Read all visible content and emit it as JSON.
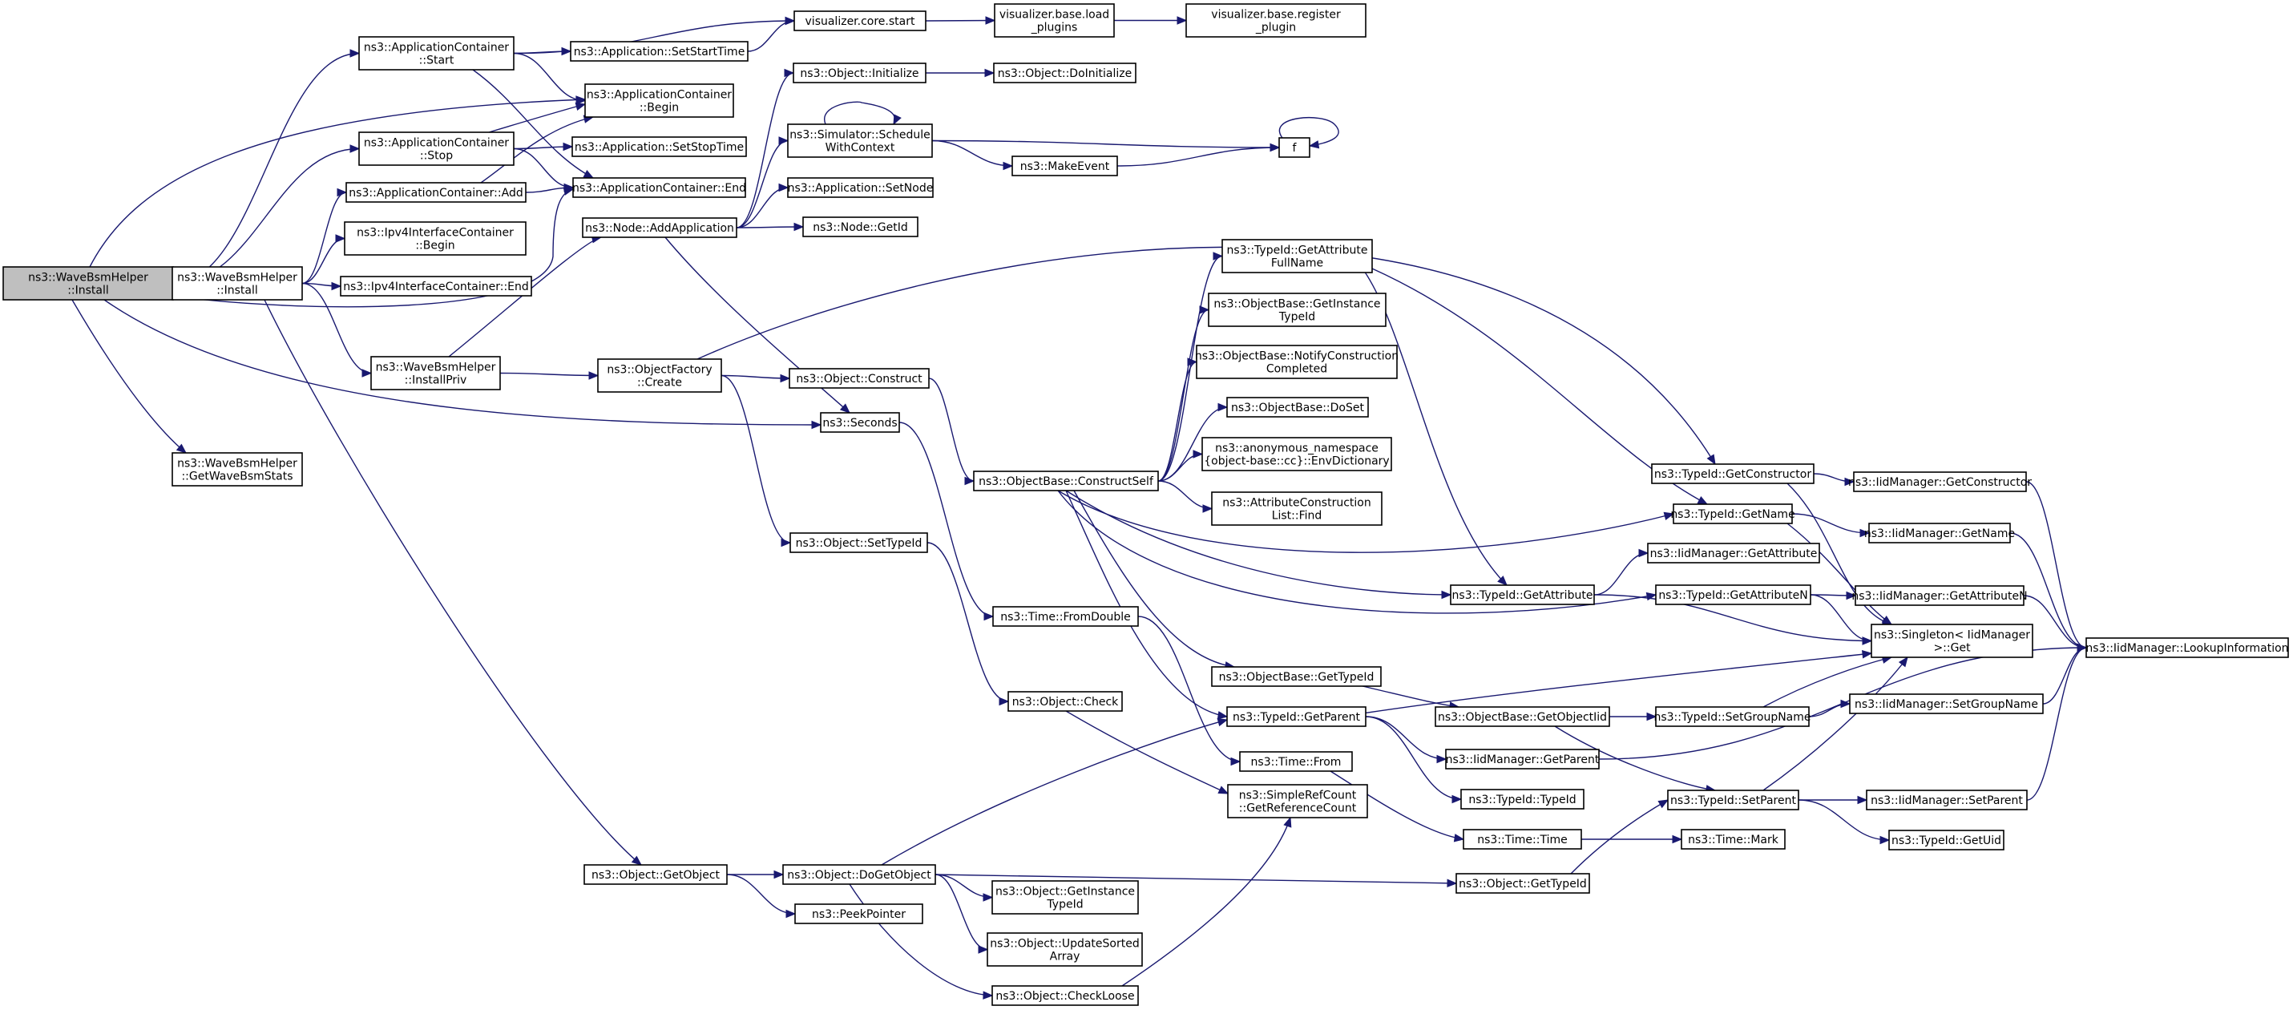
{
  "diagram": {
    "type": "call-graph",
    "colors": {
      "edge": "#191970",
      "node_border": "#000000",
      "root_fill": "#bfbfbf",
      "node_fill": "#ffffff"
    },
    "nodes": [
      {
        "id": "n0",
        "lines": [
          "ns3::WaveBsmHelper",
          "::Install"
        ]
      },
      {
        "id": "n1",
        "lines": [
          "ns3::ApplicationContainer",
          "::Start"
        ]
      },
      {
        "id": "n2",
        "lines": [
          "ns3::ApplicationContainer",
          "::Begin"
        ]
      },
      {
        "id": "n3",
        "lines": [
          "ns3::ApplicationContainer",
          "::Stop"
        ]
      },
      {
        "id": "n4",
        "lines": [
          "ns3::ApplicationContainer::End"
        ]
      },
      {
        "id": "n5",
        "lines": [
          "ns3::WaveBsmHelper",
          "::Install"
        ]
      },
      {
        "id": "n6",
        "lines": [
          "ns3::WaveBsmHelper",
          "::GetWaveBsmStats"
        ]
      },
      {
        "id": "n7",
        "lines": [
          "ns3::Seconds"
        ]
      },
      {
        "id": "n8",
        "lines": [
          "visualizer.core.start"
        ]
      },
      {
        "id": "n9",
        "lines": [
          "ns3::Application::SetStartTime"
        ]
      },
      {
        "id": "n10",
        "lines": [
          "ns3::Application::SetStopTime"
        ]
      },
      {
        "id": "n11",
        "lines": [
          "ns3::ApplicationContainer::Add"
        ]
      },
      {
        "id": "n12",
        "lines": [
          "ns3::Ipv4InterfaceContainer",
          "::Begin"
        ]
      },
      {
        "id": "n13",
        "lines": [
          "ns3::Ipv4InterfaceContainer::End"
        ]
      },
      {
        "id": "n14",
        "lines": [
          "ns3::WaveBsmHelper",
          "::InstallPriv"
        ]
      },
      {
        "id": "n15",
        "lines": [
          "ns3::Object::GetObject"
        ]
      },
      {
        "id": "n16",
        "lines": [
          "visualizer.base.load",
          "_plugins"
        ]
      },
      {
        "id": "n17",
        "lines": [
          "visualizer.base.register",
          "_plugin"
        ]
      },
      {
        "id": "n18",
        "lines": [
          "ns3::Node::AddApplication"
        ]
      },
      {
        "id": "n19",
        "lines": [
          "ns3::ObjectFactory",
          "::Create"
        ]
      },
      {
        "id": "n20",
        "lines": [
          "ns3::Object::Initialize"
        ]
      },
      {
        "id": "n21",
        "lines": [
          "ns3::Simulator::Schedule",
          "WithContext"
        ]
      },
      {
        "id": "n22",
        "lines": [
          "ns3::Application::SetNode"
        ]
      },
      {
        "id": "n23",
        "lines": [
          "ns3::Node::GetId"
        ]
      },
      {
        "id": "n24",
        "lines": [
          "ns3::Object::DoInitialize"
        ]
      },
      {
        "id": "n25",
        "lines": [
          "f"
        ]
      },
      {
        "id": "n26",
        "lines": [
          "ns3::MakeEvent"
        ]
      },
      {
        "id": "n27",
        "lines": [
          "ns3::TypeId::GetConstructor"
        ]
      },
      {
        "id": "n28",
        "lines": [
          "ns3::Object::Construct"
        ]
      },
      {
        "id": "n29",
        "lines": [
          "ns3::Object::SetTypeId"
        ]
      },
      {
        "id": "n30",
        "lines": [
          "ns3::ObjectBase::ConstructSelf"
        ]
      },
      {
        "id": "n31",
        "lines": [
          "ns3::TypeId::GetAttribute",
          "FullName"
        ]
      },
      {
        "id": "n32",
        "lines": [
          "ns3::ObjectBase::GetInstance",
          "TypeId"
        ]
      },
      {
        "id": "n33",
        "lines": [
          "ns3::ObjectBase::NotifyConstruction",
          "Completed"
        ]
      },
      {
        "id": "n34",
        "lines": [
          "ns3::ObjectBase::DoSet"
        ]
      },
      {
        "id": "n35",
        "lines": [
          "ns3::anonymous_namespace",
          "{object-base::cc}::EnvDictionary"
        ]
      },
      {
        "id": "n36",
        "lines": [
          "ns3::AttributeConstruction",
          "List::Find"
        ]
      },
      {
        "id": "n37",
        "lines": [
          "ns3::TypeId::GetName"
        ]
      },
      {
        "id": "n38",
        "lines": [
          "ns3::TypeId::GetAttribute"
        ]
      },
      {
        "id": "n39",
        "lines": [
          "ns3::TypeId::GetAttributeN"
        ]
      },
      {
        "id": "n40",
        "lines": [
          "ns3::ObjectBase::GetTypeId"
        ]
      },
      {
        "id": "n41",
        "lines": [
          "ns3::TypeId::GetParent"
        ]
      },
      {
        "id": "n42",
        "lines": [
          "ns3::IidManager::GetConstructor"
        ]
      },
      {
        "id": "n43",
        "lines": [
          "ns3::Singleton< IidManager",
          ">::Get"
        ]
      },
      {
        "id": "n44",
        "lines": [
          "ns3::IidManager::LookupInformation"
        ]
      },
      {
        "id": "n45",
        "lines": [
          "ns3::IidManager::GetName"
        ]
      },
      {
        "id": "n46",
        "lines": [
          "ns3::IidManager::GetAttribute"
        ]
      },
      {
        "id": "n47",
        "lines": [
          "ns3::IidManager::GetAttributeN"
        ]
      },
      {
        "id": "n48",
        "lines": [
          "ns3::ObjectBase::GetObjectIid"
        ]
      },
      {
        "id": "n49",
        "lines": [
          "ns3::IidManager::GetParent"
        ]
      },
      {
        "id": "n50",
        "lines": [
          "ns3::TypeId::TypeId"
        ]
      },
      {
        "id": "n51",
        "lines": [
          "ns3::TypeId::SetGroupName"
        ]
      },
      {
        "id": "n52",
        "lines": [
          "ns3::TypeId::SetParent"
        ]
      },
      {
        "id": "n53",
        "lines": [
          "ns3::IidManager::SetGroupName"
        ]
      },
      {
        "id": "n54",
        "lines": [
          "ns3::IidManager::SetParent"
        ]
      },
      {
        "id": "n55",
        "lines": [
          "ns3::TypeId::GetUid"
        ]
      },
      {
        "id": "n56",
        "lines": [
          "ns3::Time::FromDouble"
        ]
      },
      {
        "id": "n57",
        "lines": [
          "ns3::Time::From"
        ]
      },
      {
        "id": "n58",
        "lines": [
          "ns3::Time::Time"
        ]
      },
      {
        "id": "n59",
        "lines": [
          "ns3::Time::Mark"
        ]
      },
      {
        "id": "n60",
        "lines": [
          "ns3::Object::Check"
        ]
      },
      {
        "id": "n61",
        "lines": [
          "ns3::SimpleRefCount",
          "::GetReferenceCount"
        ]
      },
      {
        "id": "n62",
        "lines": [
          "ns3::Object::DoGetObject"
        ]
      },
      {
        "id": "n63",
        "lines": [
          "ns3::PeekPointer"
        ]
      },
      {
        "id": "n64",
        "lines": [
          "ns3::Object::GetTypeId"
        ]
      },
      {
        "id": "n65",
        "lines": [
          "ns3::Object::GetInstance",
          "TypeId"
        ]
      },
      {
        "id": "n66",
        "lines": [
          "ns3::Object::UpdateSorted",
          "Array"
        ]
      },
      {
        "id": "n67",
        "lines": [
          "ns3::Object::CheckLoose"
        ]
      }
    ],
    "edges": [
      [
        "n0",
        "n1"
      ],
      [
        "n0",
        "n2"
      ],
      [
        "n0",
        "n3"
      ],
      [
        "n0",
        "n4"
      ],
      [
        "n0",
        "n5"
      ],
      [
        "n0",
        "n6"
      ],
      [
        "n0",
        "n7"
      ],
      [
        "n1",
        "n8"
      ],
      [
        "n1",
        "n9"
      ],
      [
        "n1",
        "n2"
      ],
      [
        "n1",
        "n4"
      ],
      [
        "n3",
        "n10"
      ],
      [
        "n3",
        "n2"
      ],
      [
        "n3",
        "n4"
      ],
      [
        "n5",
        "n11"
      ],
      [
        "n5",
        "n12"
      ],
      [
        "n5",
        "n13"
      ],
      [
        "n5",
        "n14"
      ],
      [
        "n5",
        "n15"
      ],
      [
        "n8",
        "n16"
      ],
      [
        "n16",
        "n17"
      ],
      [
        "n9",
        "n8"
      ],
      [
        "n11",
        "n4"
      ],
      [
        "n11",
        "n2"
      ],
      [
        "n14",
        "n18"
      ],
      [
        "n14",
        "n19"
      ],
      [
        "n18",
        "n20"
      ],
      [
        "n18",
        "n21"
      ],
      [
        "n18",
        "n22"
      ],
      [
        "n18",
        "n23"
      ],
      [
        "n18",
        "n7"
      ],
      [
        "n20",
        "n24"
      ],
      [
        "n21",
        "n21"
      ],
      [
        "n21",
        "n25"
      ],
      [
        "n21",
        "n26"
      ],
      [
        "n26",
        "n25"
      ],
      [
        "n25",
        "n25"
      ],
      [
        "n19",
        "n27"
      ],
      [
        "n19",
        "n28"
      ],
      [
        "n19",
        "n29"
      ],
      [
        "n28",
        "n30"
      ],
      [
        "n30",
        "n31"
      ],
      [
        "n30",
        "n32"
      ],
      [
        "n30",
        "n33"
      ],
      [
        "n30",
        "n34"
      ],
      [
        "n30",
        "n35"
      ],
      [
        "n30",
        "n36"
      ],
      [
        "n30",
        "n37"
      ],
      [
        "n30",
        "n38"
      ],
      [
        "n30",
        "n39"
      ],
      [
        "n30",
        "n40"
      ],
      [
        "n30",
        "n41"
      ],
      [
        "n31",
        "n37"
      ],
      [
        "n31",
        "n38"
      ],
      [
        "n27",
        "n42"
      ],
      [
        "n27",
        "n43"
      ],
      [
        "n37",
        "n45"
      ],
      [
        "n37",
        "n43"
      ],
      [
        "n38",
        "n46"
      ],
      [
        "n38",
        "n43"
      ],
      [
        "n39",
        "n47"
      ],
      [
        "n39",
        "n43"
      ],
      [
        "n40",
        "n48"
      ],
      [
        "n41",
        "n43"
      ],
      [
        "n41",
        "n49"
      ],
      [
        "n41",
        "n50"
      ],
      [
        "n48",
        "n51"
      ],
      [
        "n48",
        "n52"
      ],
      [
        "n51",
        "n53"
      ],
      [
        "n51",
        "n43"
      ],
      [
        "n52",
        "n54"
      ],
      [
        "n52",
        "n55"
      ],
      [
        "n52",
        "n43"
      ],
      [
        "n42",
        "n44"
      ],
      [
        "n45",
        "n44"
      ],
      [
        "n47",
        "n44"
      ],
      [
        "n53",
        "n44"
      ],
      [
        "n54",
        "n44"
      ],
      [
        "n49",
        "n44"
      ],
      [
        "n7",
        "n56"
      ],
      [
        "n56",
        "n57"
      ],
      [
        "n57",
        "n58"
      ],
      [
        "n58",
        "n59"
      ],
      [
        "n29",
        "n60"
      ],
      [
        "n60",
        "n61"
      ],
      [
        "n15",
        "n62"
      ],
      [
        "n15",
        "n63"
      ],
      [
        "n62",
        "n41"
      ],
      [
        "n62",
        "n64"
      ],
      [
        "n62",
        "n65"
      ],
      [
        "n62",
        "n66"
      ],
      [
        "n62",
        "n67"
      ],
      [
        "n64",
        "n52"
      ],
      [
        "n67",
        "n61"
      ]
    ]
  }
}
